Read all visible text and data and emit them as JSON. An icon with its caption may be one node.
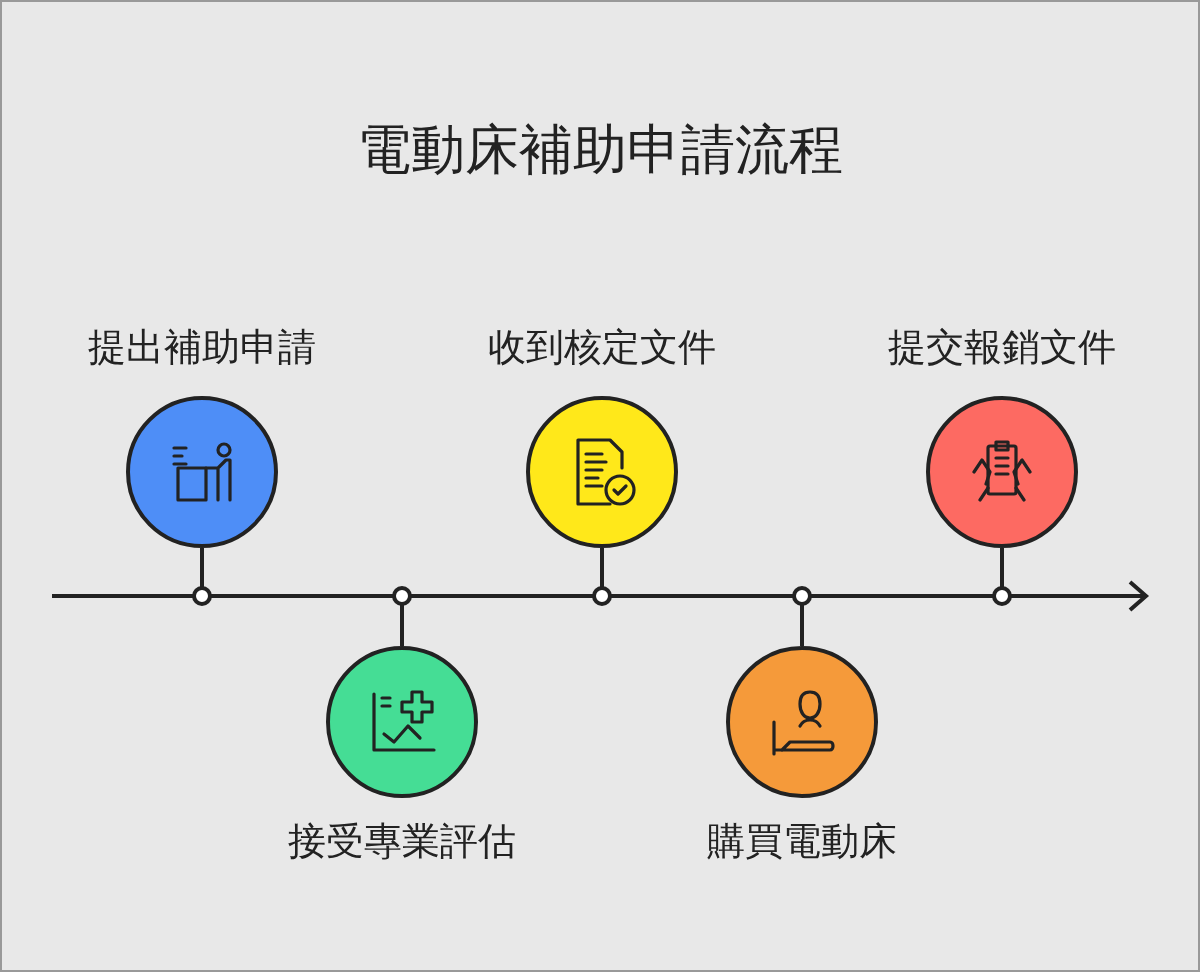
{
  "diagram": {
    "title": "電動床補助申請流程",
    "nodes": [
      {
        "text": [
          "提出補助申請"
        ]
      },
      {
        "text": [
          "接受專業評估"
        ]
      },
      {
        "text": [
          "收到核定文件"
        ]
      },
      {
        "text": [
          "購買電動床"
        ]
      },
      {
        "text": [
          "提交報銷文件"
        ]
      },
      {
        "text": [],
        "shape": "arrow"
      }
    ],
    "edges": [
      {
        "from": 0,
        "to": 5,
        "arrow": "none"
      },
      {
        "from": 1,
        "to": 5,
        "arrow": "none"
      },
      {
        "from": 2,
        "to": 5,
        "arrow": "none"
      },
      {
        "from": 3,
        "to": 5,
        "arrow": "none"
      },
      {
        "from": 4,
        "to": 5,
        "arrow": "none"
      }
    ]
  }
}
